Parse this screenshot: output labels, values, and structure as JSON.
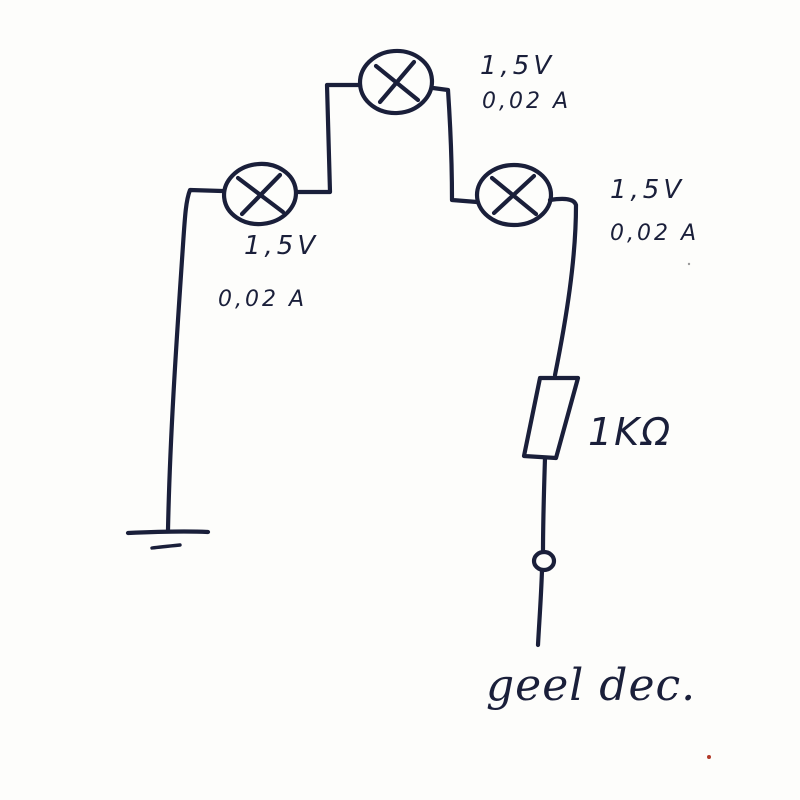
{
  "diagram": {
    "lamps": [
      {
        "voltage": "1,5V",
        "current": "0,02 A"
      },
      {
        "voltage": "1,5V",
        "current": "0,02 A"
      },
      {
        "voltage": "1,5V",
        "current": "0,02 A"
      }
    ],
    "resistor": {
      "value": "1KΩ"
    },
    "output": {
      "label": "geel dec."
    },
    "ink_color": "#1a1f3a"
  }
}
